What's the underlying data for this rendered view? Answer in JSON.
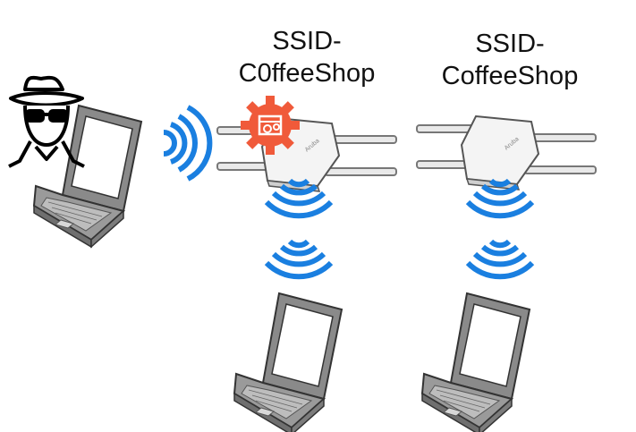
{
  "rogue_ap": {
    "ssid_line1": "SSID-",
    "ssid_line2": "C0ffeeShop"
  },
  "legit_ap": {
    "ssid_line1": "SSID-",
    "ssid_line2": "CoffeeShop"
  },
  "colors": {
    "wifi": "#1a7fe0",
    "malware_badge": "#f05a3a",
    "laptop_body": "#8f8f8f",
    "laptop_screen": "#ffffff"
  },
  "icons": [
    "hacker-icon",
    "laptop-icon",
    "wifi-signal-icon",
    "access-point-icon",
    "malware-gear-icon"
  ]
}
